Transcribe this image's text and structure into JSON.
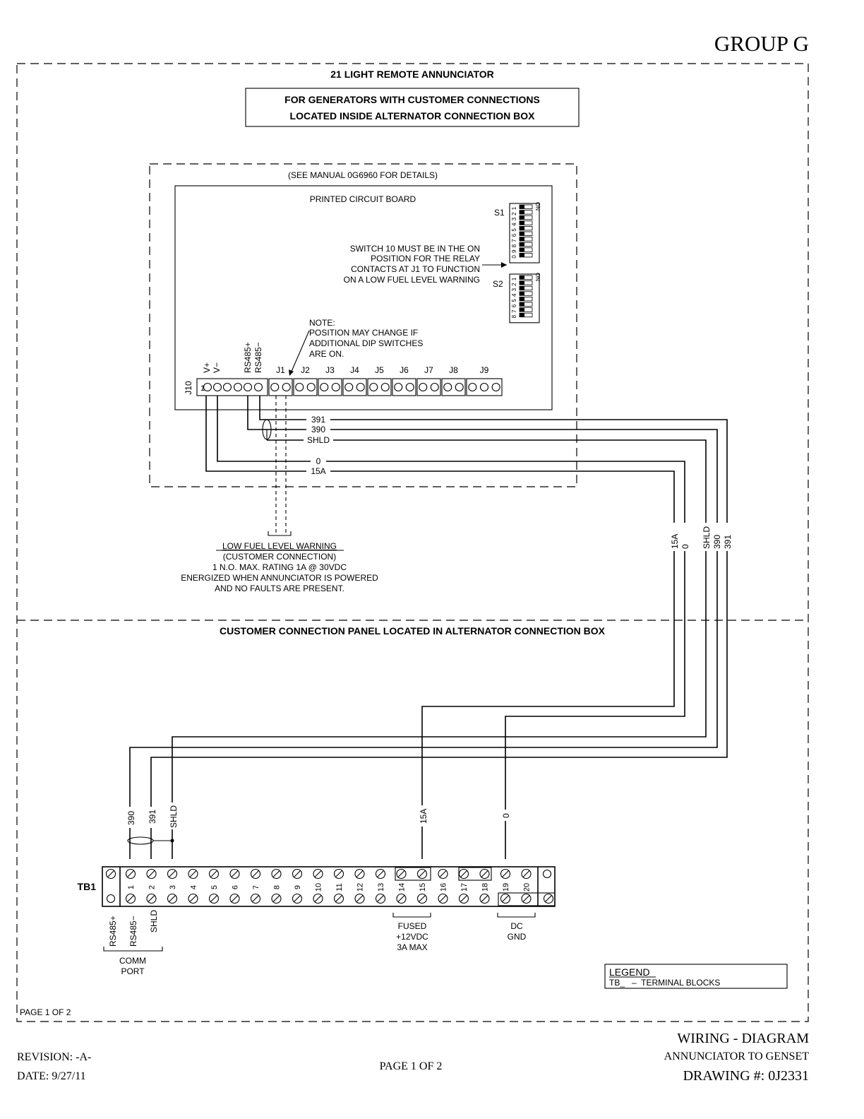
{
  "header": {
    "group": "GROUP G",
    "title": "21 LIGHT REMOTE ANNUNCIATOR",
    "subtitle_line1": "FOR GENERATORS WITH CUSTOMER CONNECTIONS",
    "subtitle_line2": "LOCATED INSIDE ALTERNATOR CONNECTION BOX"
  },
  "annunciator": {
    "manual_note": "(SEE MANUAL 0G6960 FOR DETAILS)",
    "pcb_label": "PRINTED CIRCUIT BOARD",
    "switch_s1": "S1",
    "switch_s2": "S2",
    "dip_on": "ON",
    "s1_numbers": [
      "1",
      "2",
      "3",
      "4",
      "5",
      "6",
      "7",
      "8",
      "9",
      "0"
    ],
    "s2_numbers": [
      "1",
      "2",
      "3",
      "4",
      "5",
      "6",
      "7",
      "8"
    ],
    "switch_note": [
      "SWITCH 10 MUST BE IN THE ON",
      "POSITION FOR THE RELAY",
      "CONTACTS AT J1 TO FUNCTION",
      "ON A LOW FUEL LEVEL WARNING"
    ],
    "position_note": [
      "NOTE:",
      "POSITION MAY CHANGE IF",
      "ADDITIONAL DIP SWITCHES",
      "ARE ON."
    ],
    "j10_label": "J10",
    "j10_pin1": "1",
    "j10_pins": [
      "V+",
      "V−",
      "RS485+",
      "RS485−"
    ],
    "connectors": [
      "J1",
      "J2",
      "J3",
      "J4",
      "J5",
      "J6",
      "J7",
      "J8",
      "J9"
    ]
  },
  "wires": {
    "w391": "391",
    "w390": "390",
    "shld": "SHLD",
    "w0": "0",
    "w15a": "15A"
  },
  "low_fuel": {
    "title": "LOW FUEL LEVEL WARNING",
    "lines": [
      "(CUSTOMER CONNECTION)",
      "1 N.O. MAX. RATING 1A @ 30VDC",
      "ENERGIZED WHEN ANNUNCIATOR IS POWERED",
      "AND NO FAULTS ARE PRESENT."
    ]
  },
  "panel": {
    "title": "CUSTOMER CONNECTION PANEL LOCATED IN ALTERNATOR CONNECTION BOX",
    "tb_label": "TB1",
    "terminals": [
      "1",
      "2",
      "3",
      "4",
      "5",
      "6",
      "7",
      "8",
      "9",
      "10",
      "11",
      "12",
      "13",
      "14",
      "15",
      "16",
      "17",
      "18",
      "19",
      "20"
    ],
    "comm_labels": [
      "RS485+",
      "RS485−",
      "SHLD"
    ],
    "comm_port": [
      "COMM",
      "PORT"
    ],
    "fused": [
      "FUSED",
      "+12VDC",
      "3A MAX"
    ],
    "dc": [
      "DC",
      "GND"
    ]
  },
  "legend": {
    "title": "LEGEND",
    "entry": "TB_   –  TERMINAL BLOCKS"
  },
  "footer": {
    "page_inner": "PAGE 1 OF 2",
    "revision": "REVISION: -A-",
    "date": "DATE: 9/27/11",
    "page": "PAGE 1 OF 2",
    "diagram_title": "WIRING - DIAGRAM",
    "diagram_sub": "ANNUNCIATOR TO GENSET",
    "drawing": "DRAWING #: 0J2331"
  }
}
